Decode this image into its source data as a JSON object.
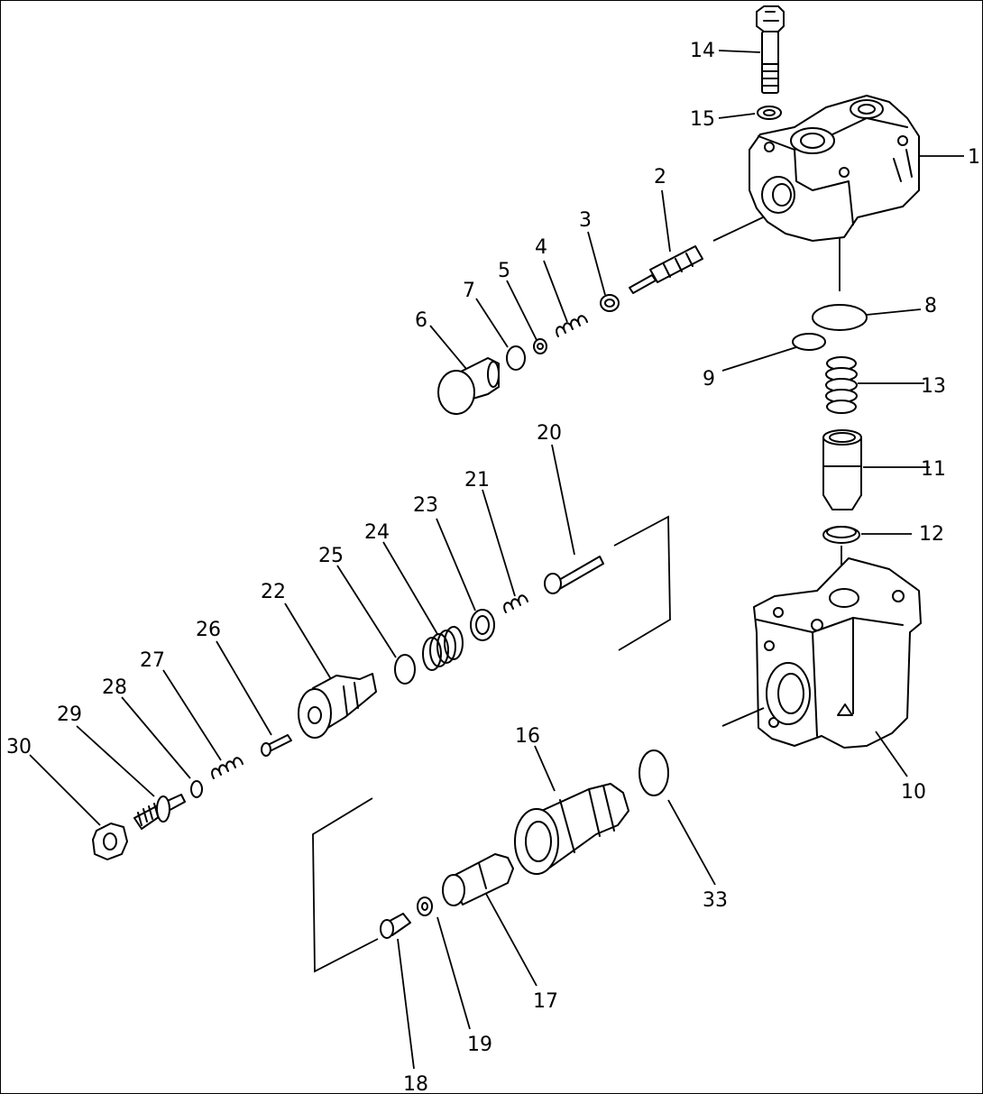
{
  "labels": {
    "l1": "1",
    "l2": "2",
    "l3": "3",
    "l4": "4",
    "l5": "5",
    "l6": "6",
    "l7": "7",
    "l8": "8",
    "l9": "9",
    "l10": "10",
    "l11": "11",
    "l12": "12",
    "l13": "13",
    "l14": "14",
    "l15": "15",
    "l16": "16",
    "l17": "17",
    "l18": "18",
    "l19": "19",
    "l20": "20",
    "l21": "21",
    "l22": "22",
    "l23": "23",
    "l24": "24",
    "l25": "25",
    "l26": "26",
    "l27": "27",
    "l28": "28",
    "l29": "29",
    "l30": "30",
    "l33": "33"
  }
}
